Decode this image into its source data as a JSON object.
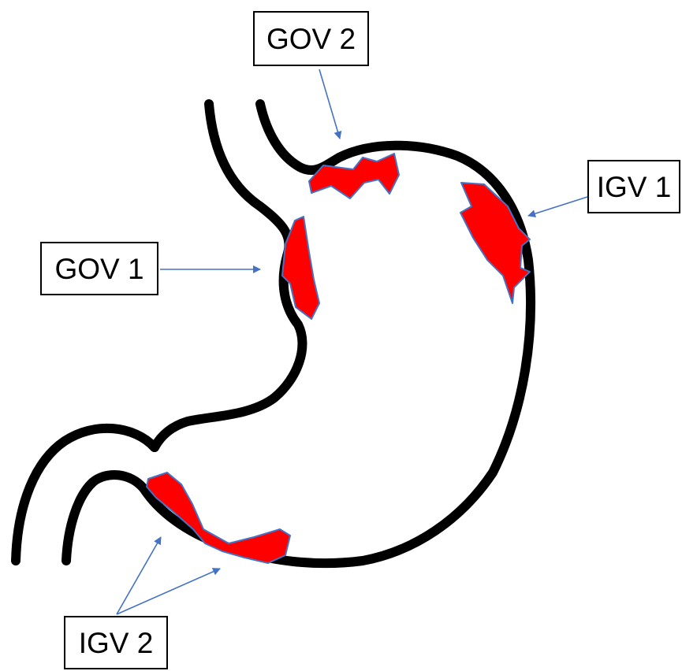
{
  "labels": {
    "gov2": "GOV 2",
    "igv1": "IGV 1",
    "gov1": "GOV 1",
    "igv2": "IGV 2"
  },
  "colors": {
    "outline": "#000000",
    "varix_fill": "#ff0000",
    "varix_edge": "#4472c4",
    "arrow": "#4472c4",
    "background": "#ffffff"
  }
}
